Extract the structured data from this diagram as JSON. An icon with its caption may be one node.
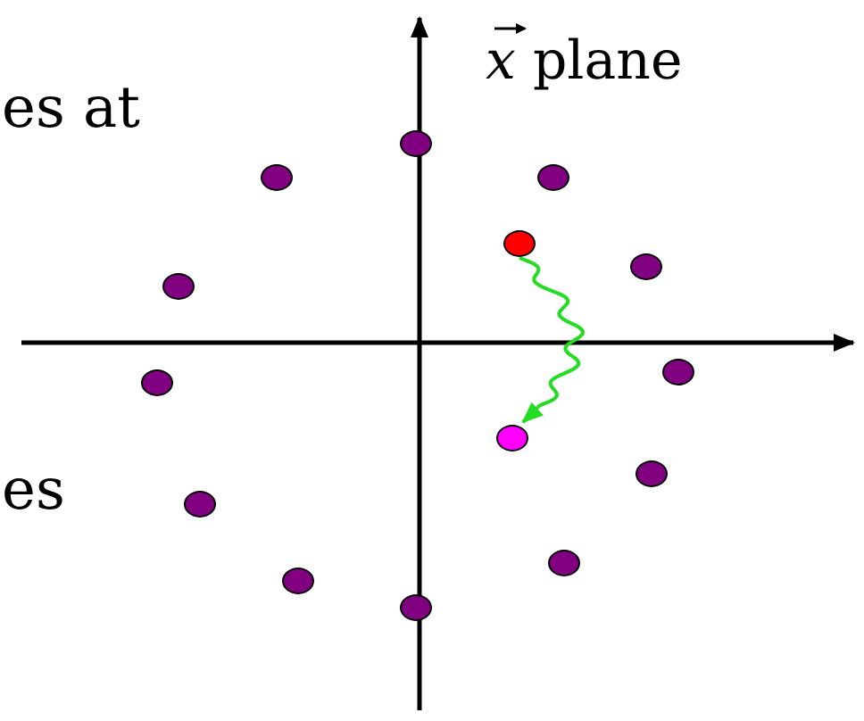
{
  "diagram": {
    "nodes": [
      {
        "text": [],
        "shape": "circle"
      },
      {
        "text": [],
        "shape": "circle"
      },
      {
        "text": [],
        "shape": "circle"
      },
      {
        "text": [],
        "shape": "circle"
      },
      {
        "text": [],
        "shape": "circle"
      },
      {
        "text": [],
        "shape": "circle"
      },
      {
        "text": [],
        "shape": "circle"
      },
      {
        "text": [],
        "shape": "circle"
      },
      {
        "text": [],
        "shape": "circle"
      },
      {
        "text": [],
        "shape": "circle"
      },
      {
        "text": [],
        "shape": "circle"
      },
      {
        "text": [],
        "shape": "circle"
      },
      {
        "text": [],
        "shape": "circle"
      },
      {
        "text": [],
        "shape": "circle"
      }
    ],
    "edges": [
      {
        "from": 3,
        "to": 8,
        "arrow": "to"
      }
    ],
    "labels": [
      "*x* plane",
      "es at",
      "es"
    ]
  }
}
